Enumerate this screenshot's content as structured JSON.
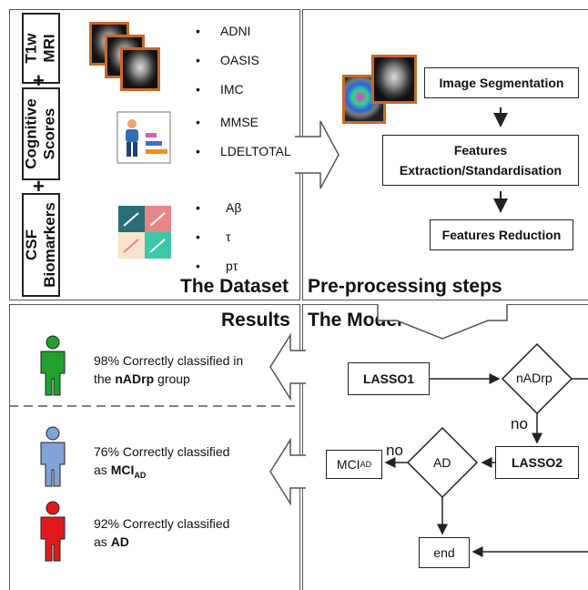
{
  "dataset": {
    "title": "The Dataset",
    "mri_label": "T1w\nMRI",
    "cognitive_label": "Cognitive\nScores",
    "csf_label": "CSF\nBiomarkers",
    "plus": "+",
    "mri_sources": [
      "ADNI",
      "OASIS",
      "IMC"
    ],
    "cognitive_items": [
      "MMSE",
      "LDELTOTAL"
    ],
    "csf_items": [
      "Aβ",
      "τ",
      "pτ"
    ],
    "bullet": "•"
  },
  "preprocessing": {
    "title": "Pre-processing steps",
    "steps": [
      "Image Segmentation",
      "Features\nExtraction/Standardisation",
      "Features Reduction"
    ]
  },
  "results": {
    "title": "Results",
    "items": [
      {
        "prefix": "98% Correctly classified in",
        "line2_prefix": "the ",
        "group": "nADrp",
        "group_sub": "",
        "line2_suffix": " group",
        "color": "#22a030"
      },
      {
        "prefix": "76% Correctly classified",
        "line2_prefix": "as ",
        "group": "MCI",
        "group_sub": "AD",
        "line2_suffix": "",
        "color": "#7fa3d6"
      },
      {
        "prefix": "92% Correctly classified",
        "line2_prefix": "as ",
        "group": "AD",
        "group_sub": "",
        "line2_suffix": "",
        "color": "#e0191c"
      }
    ]
  },
  "model": {
    "title": "The Model",
    "lasso1": "LASSO1",
    "lasso2": "LASSO2",
    "decision1": "nADrp",
    "decision2": "AD",
    "no_label": "no",
    "mci_out": "MCI",
    "mci_sub": "AD",
    "end": "end"
  },
  "colors": {
    "mri_border": "#c8692a",
    "nadrp_person": "#22a030",
    "mci_person": "#7fa3d6",
    "ad_person": "#e0191c"
  },
  "icons": [
    "brain-mri-icon",
    "brain-segmentation-icon",
    "person-chart-icon",
    "csf-syringe-icon",
    "person-icon"
  ]
}
